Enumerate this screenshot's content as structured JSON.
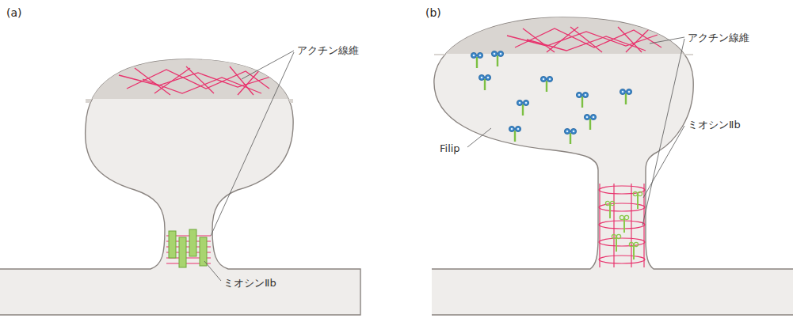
{
  "diagram": {
    "labels": [
      "(a)",
      "アクチン線維",
      "ミオシンⅡb",
      "(b)",
      "アクチン線維",
      "Filip",
      "ミオシンⅡb"
    ]
  }
}
